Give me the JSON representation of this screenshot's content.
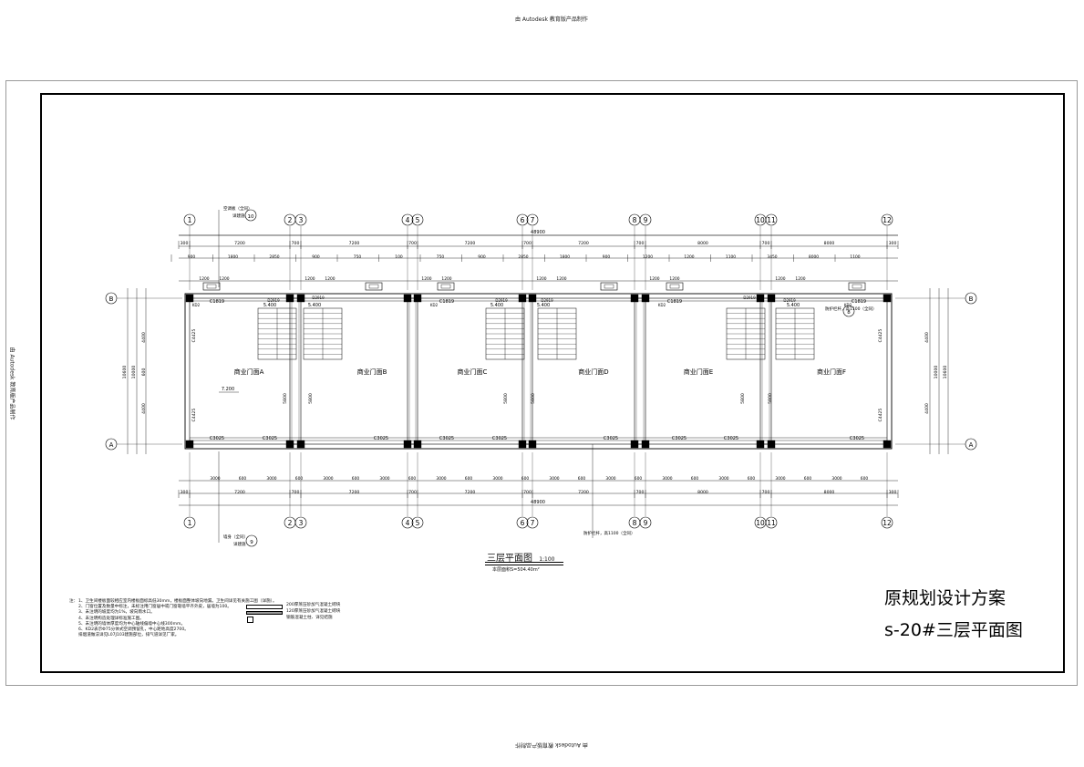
{
  "edu_watermark": "由 Autodesk 教育版产品制作",
  "drawing": {
    "axes_numbers": [
      "1",
      "2",
      "3",
      "4",
      "5",
      "6",
      "7",
      "8",
      "9",
      "10",
      "11",
      "12"
    ],
    "axes_letters": [
      "A",
      "B"
    ],
    "total_length": "48900",
    "depth_dims": [
      "10600",
      "10000",
      "4400",
      "600",
      "4400",
      "300",
      "300"
    ],
    "bay_dims": [
      "300",
      "7200",
      "700",
      "7200",
      "700",
      "7200",
      "700",
      "7200",
      "700",
      "8000",
      "700",
      "8000",
      "300"
    ],
    "top_sub_dims": [
      "900",
      "1800",
      "2850",
      "900",
      "750",
      "100",
      "750",
      "900",
      "2850",
      "1800",
      "900",
      "1200",
      "1200",
      "1100",
      "3450",
      "8000",
      "1100"
    ],
    "shops": [
      "商业门面A",
      "商业门面B",
      "商业门面C",
      "商业门面D",
      "商业门面E",
      "商业门面F"
    ],
    "window_top": "C1819",
    "window_bottom": "C3025",
    "window_side": "C4425",
    "dim_5800": "5800",
    "level_5400": "5.400",
    "level_7200": "7.200",
    "door_sym": "KD2",
    "stair_label": "D2919",
    "callout_top": "空调板（全同）",
    "callout_top_sub": "详建施",
    "callout_top_num": "10",
    "callout_bottom": "墙身（全同）",
    "callout_bottom_sub": "详建施",
    "callout_bottom_num": "9",
    "callout_right": "防护栏杆，高1100（全同）",
    "callout_right_num": "8",
    "callout_low": "防护栏杆，高1100（全同）",
    "plan_title": "三层平面图",
    "plan_scale": "1:100",
    "plan_area": "本层面积S=504.40m²"
  },
  "notes": {
    "label": "注：",
    "lines": [
      "1、卫生间楼板面较相应室内楼板面标高低30mm，楼板面整体坡向地漏。卫生间详见有关施工图（详施）。",
      "2、门窗位置及数量中标注，未标注用门窗居中或门窗靠墙平齐外皮，居墙为100。",
      "3、未注明的坡度均为1%，坡向雨水口。",
      "4、未注明构造处理详标准施工图。",
      "5、未注明的墙体厚度均为中心轴线偏墙中心线300mm。",
      "6、KD2表示Φ75分体式空调预留孔，中心距地高度2700。",
      "   排烟道做法详见L07J103建施部位，排气道详见厂家。"
    ]
  },
  "legend": {
    "items": [
      "200厚蒸压砂加气混凝土砌块",
      "120厚蒸压砂加气混凝土砌块",
      "钢筋混凝土柱、详见结施"
    ]
  },
  "title_block": {
    "line1": "原规划设计方案",
    "line2": "s-20#三层平面图"
  }
}
